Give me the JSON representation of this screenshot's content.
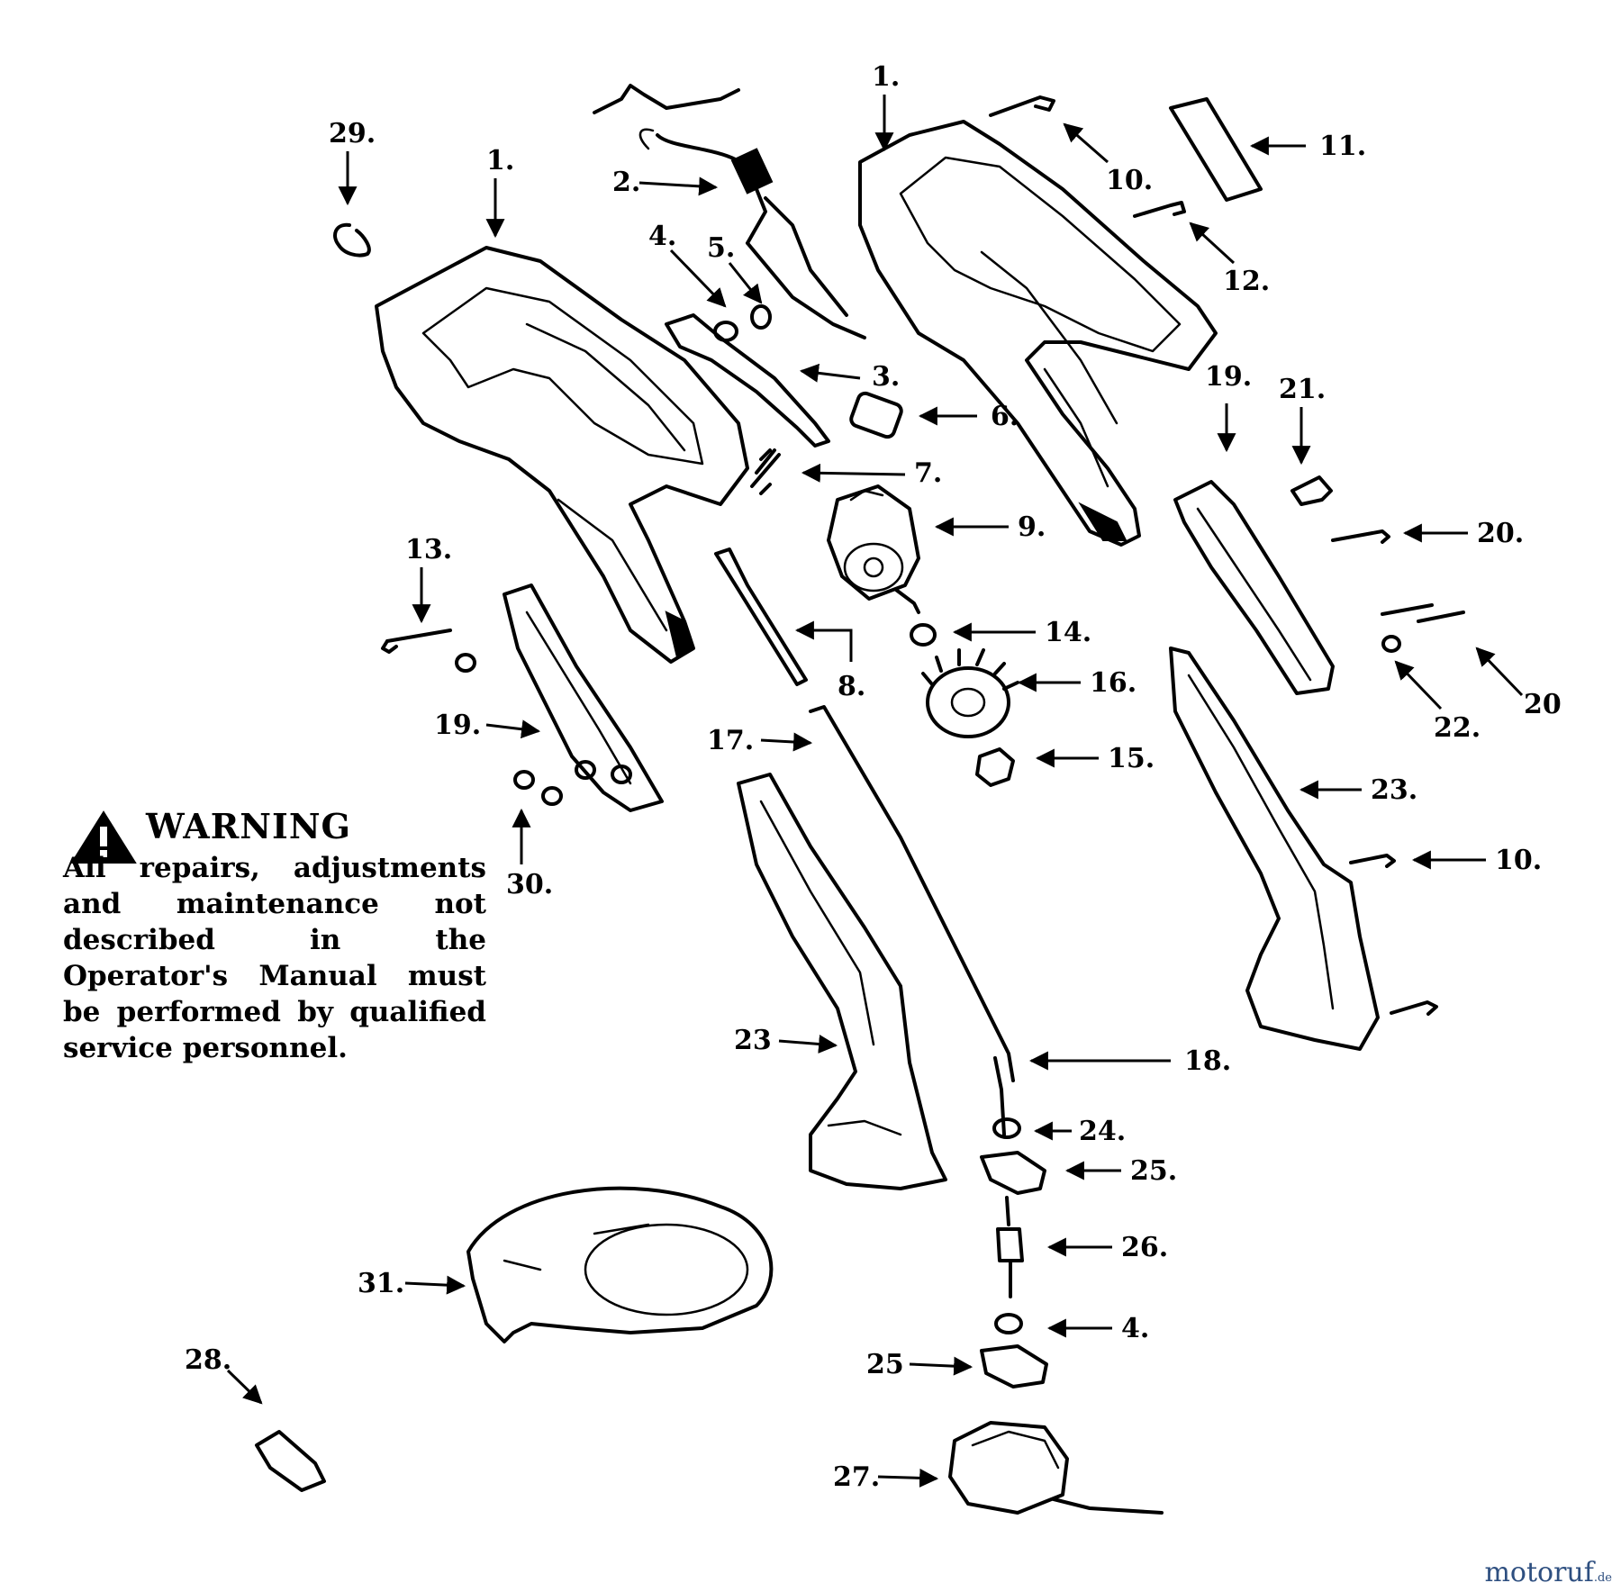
{
  "warning": {
    "title": "WARNING",
    "text": "All repairs, adjustments and maintenance not described in the Operator's Manual must be performed by qualified service personnel."
  },
  "watermark": {
    "main": "motoruf",
    "suffix": ".de"
  },
  "callouts": {
    "c29": "29.",
    "c1a": "1.",
    "c2": "2.",
    "c4a": "4.",
    "c5": "5.",
    "c3": "3.",
    "c6": "6.",
    "c7": "7.",
    "c1b": "1.",
    "c10a": "10.",
    "c11": "11.",
    "c12": "12.",
    "c9": "9.",
    "c13": "13.",
    "c8": "8.",
    "c14": "14.",
    "c16": "16.",
    "c19a": "19.",
    "c21": "21.",
    "c20a": "20.",
    "c19b": "19.",
    "c22": "22.",
    "c20b": "20",
    "c17": "17.",
    "c15": "15.",
    "c23a": "23.",
    "c10b": "10.",
    "c30": "30.",
    "c23b": "23",
    "c18": "18.",
    "c24": "24.",
    "c25a": "25.",
    "c26": "26.",
    "c31": "31.",
    "c4b": "4.",
    "c25b": "25",
    "c28": "28.",
    "c27": "27."
  }
}
